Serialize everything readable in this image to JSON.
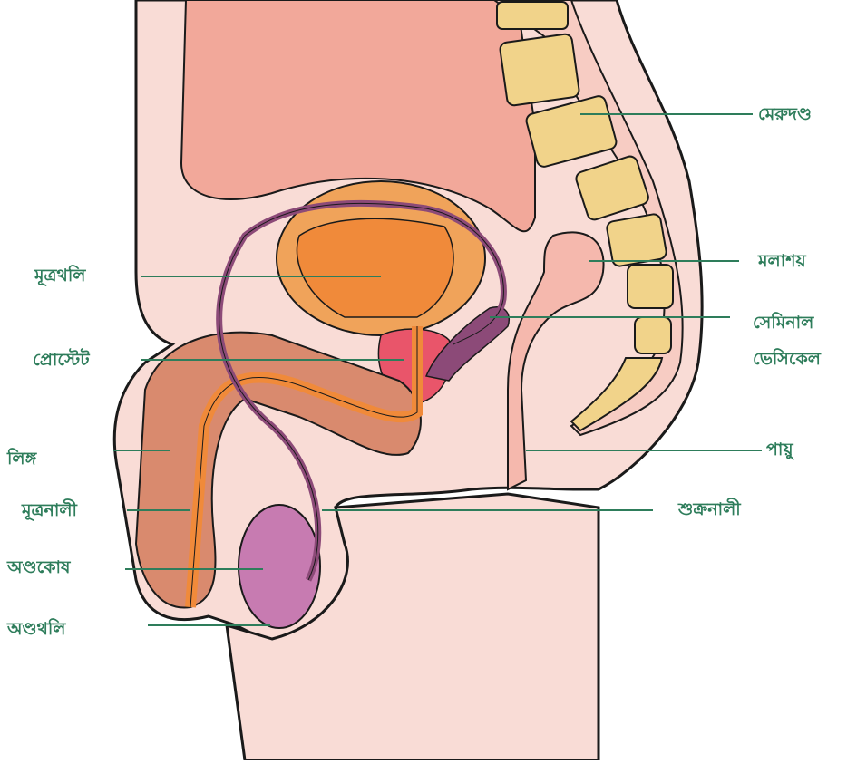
{
  "colors": {
    "label": "#2e7d5b",
    "leader": "#2e7d5b",
    "body_fill": "#f9dcd6",
    "outline": "#1a1a1a",
    "organ_pink": "#f2a89a",
    "bladder": "#f0a35a",
    "bladder_inner": "#f08a3a",
    "penis": "#d98a6e",
    "urethra": "#f08a3a",
    "vas": "#8c4a78",
    "testis": "#c77bb1",
    "prostate": "#e9556a",
    "rectum": "#f5b8ad",
    "spine_bone": "#f1d38a",
    "spine_disc": "#f7ccc3"
  },
  "labels": {
    "spine": "মেরুদণ্ড",
    "rectum": "মলাশয়",
    "seminal_vesicle_line1": "সেমিনাল",
    "seminal_vesicle_line2": "ভেসিকেল",
    "anus": "পায়ু",
    "vas_deferens": "শুক্রনালী",
    "bladder": "মূত্রথলি",
    "prostate": "প্রোস্টেট",
    "penis": "লিঙ্গ",
    "urethra": "মূত্রনালী",
    "testis": "অণ্ডকোষ",
    "scrotum": "অণ্ডথলি"
  }
}
